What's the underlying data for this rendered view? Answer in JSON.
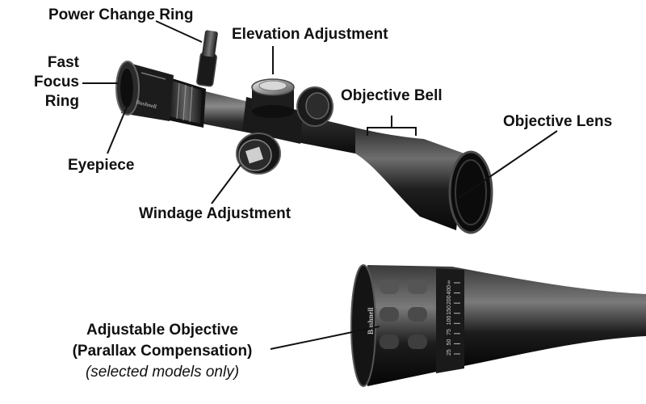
{
  "labels": {
    "power_change_ring": "Power Change Ring",
    "elevation_adjustment": "Elevation Adjustment",
    "fast_focus_ring": [
      "Fast",
      "Focus",
      "Ring"
    ],
    "objective_bell": "Objective Bell",
    "objective_lens": "Objective Lens",
    "eyepiece": "Eyepiece",
    "windage_adjustment": "Windage Adjustment",
    "adjustable_objective": [
      "Adjustable Objective",
      "(Parallax Compensation)"
    ],
    "selected_models": "(selected models only)"
  },
  "scope_markings": {
    "brand": "Bushnell",
    "ao_scale": [
      "∞",
      "400",
      "200",
      "150",
      "100",
      "75",
      "50",
      "25"
    ]
  },
  "colors": {
    "label_text": "#111111",
    "leader_line": "#111111",
    "scope_body": "#1b1b1b",
    "scope_highlight": "#6a6a6a"
  }
}
